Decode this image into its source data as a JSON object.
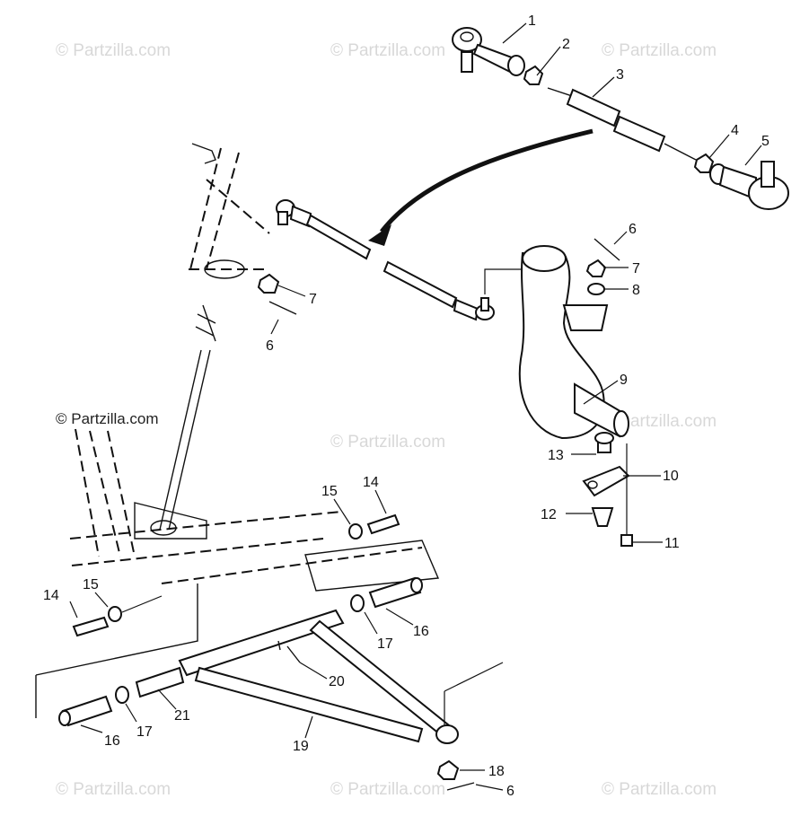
{
  "watermarks": {
    "small": "© Partzilla.com",
    "main": "© Partzilla.com"
  },
  "callouts": [
    "1",
    "2",
    "3",
    "4",
    "5",
    "6",
    "7",
    "6",
    "7",
    "8",
    "9",
    "10",
    "11",
    "12",
    "13",
    "14",
    "15",
    "14",
    "15",
    "16",
    "16",
    "17",
    "17",
    "18",
    "6",
    "19",
    "20",
    "21"
  ],
  "colors": {
    "line": "#111111",
    "watermark": "#d8d8d8",
    "background": "#ffffff"
  }
}
